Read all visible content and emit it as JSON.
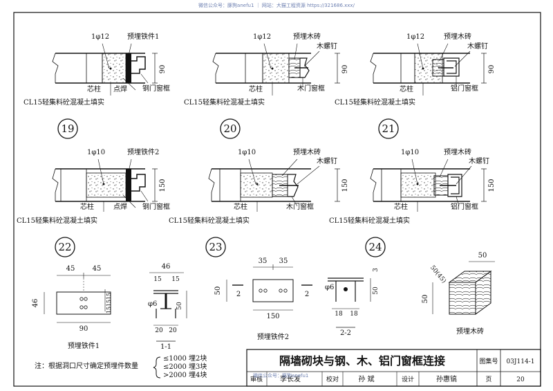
{
  "watermark_top": "微信公众号：豚狗anefu1 ｜ 网站：大猫工程资源 https://321686.xxx/",
  "watermark_bottom": "微信公众号：豚狗anefu1",
  "rows": [
    {
      "details": [
        {
          "rebar": "1φ12",
          "embed": "预埋铁件1",
          "core": "芯柱",
          "weld": "点焊",
          "frame": "钢门窗框",
          "fill": "CL15轻集料砼混凝土填实",
          "dim": "90",
          "number": "19"
        },
        {
          "rebar": "1φ12",
          "embed": "预埋木砖",
          "screw": "木螺钉",
          "core": "芯柱",
          "frame": "木门窗框",
          "fill": "CL15轻集料砼混凝土填实",
          "dim": "90",
          "number": "20"
        },
        {
          "rebar": "1φ12",
          "embed": "预埋木砖",
          "screw": "木螺钉",
          "core": "芯柱",
          "frame": "铝门窗框",
          "fill": "CL15轻集料砼混凝土填实",
          "dim": "90",
          "number": "21"
        }
      ]
    },
    {
      "details": [
        {
          "rebar": "1φ10",
          "embed": "预埋铁件2",
          "core": "芯柱",
          "weld": "点焊",
          "frame": "钢门窗框",
          "fill": "CL15轻集料砼混凝土填实",
          "dim": "150",
          "number": "22"
        },
        {
          "rebar": "1φ10",
          "embed": "预埋木砖",
          "screw": "木螺钉",
          "core": "芯柱",
          "frame": "木门窗框",
          "fill": "CL15轻集料砼混凝土填实",
          "dim": "150",
          "number": "23"
        },
        {
          "rebar": "1φ10",
          "embed": "预埋木砖",
          "screw": "木螺钉",
          "core": "芯柱",
          "frame": "铝门窗框",
          "fill": "CL15轻集料砼混凝土填实",
          "dim": "150",
          "number": "24"
        }
      ]
    }
  ],
  "part1": {
    "dims": [
      "45",
      "45",
      "46",
      "90"
    ],
    "side": [
      "15",
      "15",
      "15"
    ],
    "label": "预埋铁件1"
  },
  "angle": {
    "top": "46",
    "dims": [
      "15",
      "15",
      "50",
      "20",
      "20"
    ],
    "rebar": "φ6",
    "section": "1-1"
  },
  "part2": {
    "dims": [
      "35",
      "35",
      "50",
      "150",
      "2",
      "2"
    ],
    "label": "预埋铁件2"
  },
  "section22": {
    "dims": [
      "3",
      "50",
      "18",
      "18"
    ],
    "rebar": "φ6",
    "section": "2-2"
  },
  "brick": {
    "dims": [
      "50",
      "50(45)",
      "50"
    ],
    "label": "预埋木砖"
  },
  "note": {
    "prefix": "注：根据洞口尺寸确定预埋件数量",
    "lines": [
      "≤1000  埋2块",
      "≤2000  埋3块",
      ">2000  埋4块"
    ]
  },
  "titleblock": {
    "title": "隔墙砌块与钢、木、铝门窗框连接",
    "atlas_label": "图集号",
    "atlas_no": "03J114-1",
    "review": "审核",
    "reviewer": "李长发",
    "check": "校对",
    "checker": "孙 斌",
    "design": "设计",
    "designer": "孙惠镐",
    "page_label": "页",
    "page_no": "20"
  }
}
